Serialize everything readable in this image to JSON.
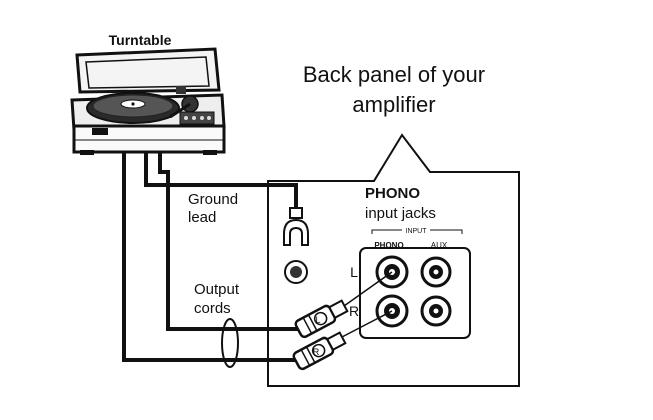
{
  "labels": {
    "turntable": "Turntable",
    "back_panel_line1": "Back panel of your",
    "back_panel_line2": "amplifier",
    "phono_line1": "PHONO",
    "phono_line2": "input jacks",
    "input_header": "INPUT",
    "phono_small": "PHONO",
    "aux_small": "AUX",
    "ground_line1": "Ground",
    "ground_line2": "lead",
    "output_line1": "Output",
    "output_line2": "cords",
    "channel_left": "L",
    "channel_right": "R",
    "plug_left": "L",
    "plug_right": "R"
  }
}
